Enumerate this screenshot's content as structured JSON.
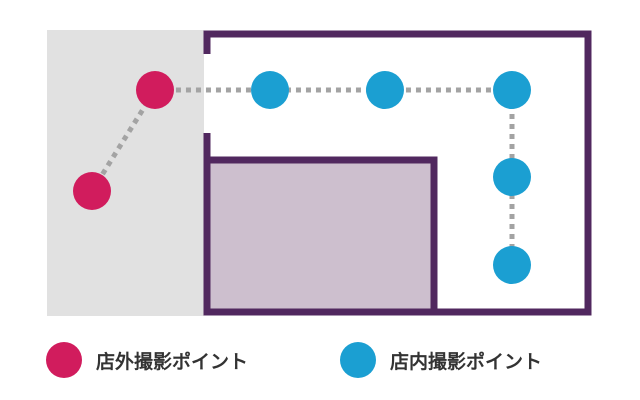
{
  "colors": {
    "outside_area": "#e1e1e1",
    "wall": "#51285f",
    "inner_room": "#cdbfce",
    "path_line": "#a3a3a3",
    "outside_point": "#d11c5d",
    "inside_point": "#1b9fd2"
  },
  "legend": {
    "outside_label": "店外撮影ポイント",
    "inside_label": "店内撮影ポイント"
  },
  "points": {
    "outside_count": 2,
    "inside_count": 5
  }
}
